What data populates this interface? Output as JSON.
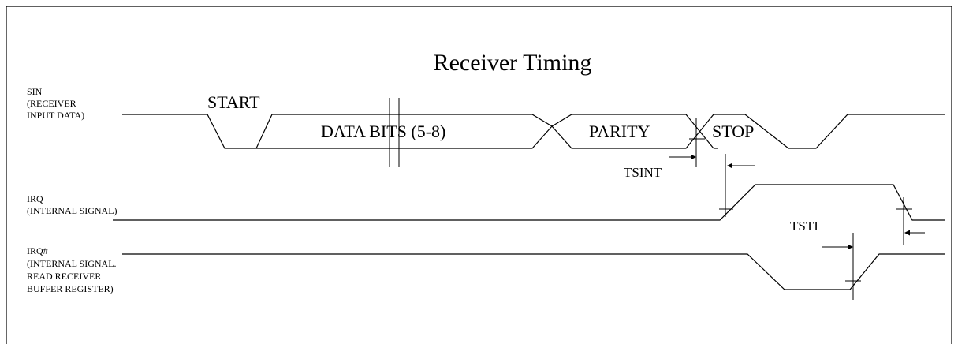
{
  "title": "Receiver Timing",
  "signals": {
    "sin": {
      "lines": [
        "SIN",
        "(RECEIVER",
        "INPUT DATA)"
      ]
    },
    "irq": {
      "lines": [
        "IRQ",
        "(INTERNAL SIGNAL)"
      ]
    },
    "irq_n": {
      "lines": [
        "IRQ#",
        "(INTERNAL SIGNAL.",
        "READ RECEIVER",
        "BUFFER REGISTER)"
      ]
    }
  },
  "segments": {
    "start": "START",
    "data_bits": "DATA BITS (5-8)",
    "parity": "PARITY",
    "stop": "STOP"
  },
  "timings": {
    "tsint": "TSINT",
    "tsti": "TSTI"
  }
}
